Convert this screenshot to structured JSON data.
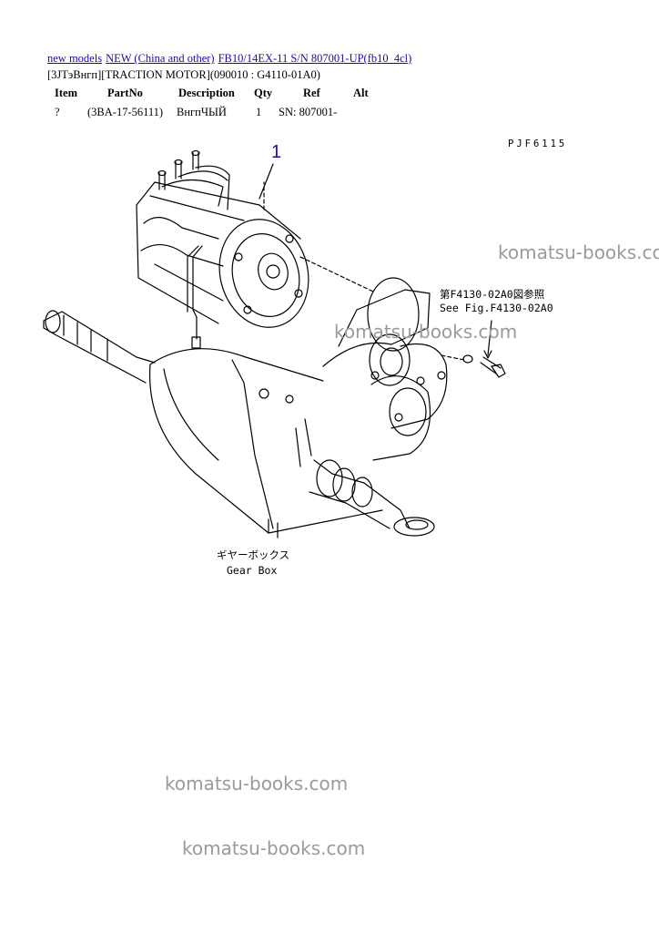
{
  "breadcrumb": {
    "link1": "new models",
    "link2": "NEW (China and other)",
    "link3": "FB10/14EX-11 S/N 807001-UP(fb10_4cl)"
  },
  "subtitle": "[3JTэВнгп][TRACTION MOTOR](090010 : G4110-01A0)",
  "table": {
    "headers": [
      "Item",
      "PartNo",
      "Description",
      "Qty",
      "Ref",
      "Alt"
    ],
    "row": {
      "item": "?",
      "partno": "(3BA-17-56111)",
      "description": "ВнгпЧЫЙ",
      "qty": "1",
      "ref": "SN: 807001-",
      "alt": ""
    }
  },
  "drawing": {
    "code": "PJF6115",
    "callout": "1",
    "ref_note_jp": "第F4130-02A0図参照",
    "ref_note_en": "See Fig.F4130-02A0",
    "gearbox_jp": "ギヤーボックス",
    "gearbox_en": "Gear Box"
  },
  "watermark": "komatsu-books.com"
}
